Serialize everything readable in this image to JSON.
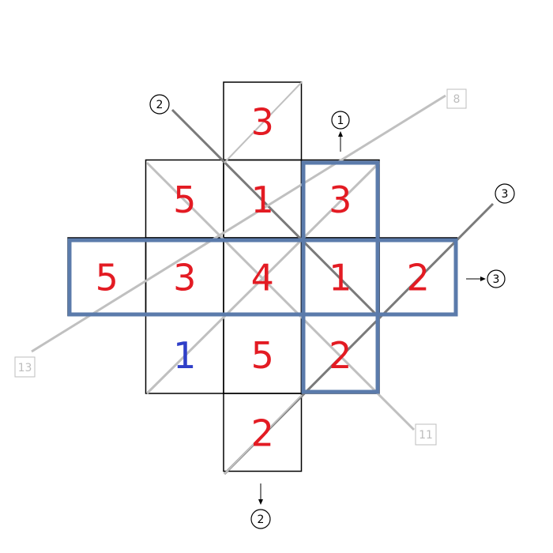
{
  "puzzle": {
    "colors": {
      "given": "#2f3fc8",
      "solved": "#e31b23",
      "region_border": "#5b7bab",
      "grid_line": "#000000",
      "diag_light": "#c0c0c0",
      "diag_dark": "#7a7a7a",
      "boxed_clue": "#bdbdbd"
    },
    "rows": [
      [
        null,
        null,
        {
          "v": "3",
          "given": false
        },
        null,
        null
      ],
      [
        null,
        {
          "v": "5",
          "given": false
        },
        {
          "v": "1",
          "given": false
        },
        {
          "v": "3",
          "given": false
        },
        null
      ],
      [
        {
          "v": "5",
          "given": false
        },
        {
          "v": "3",
          "given": false
        },
        {
          "v": "4",
          "given": false
        },
        {
          "v": "1",
          "given": false
        },
        {
          "v": "2",
          "given": false
        }
      ],
      [
        null,
        {
          "v": "1",
          "given": true
        },
        {
          "v": "5",
          "given": false
        },
        {
          "v": "2",
          "given": false
        },
        null
      ],
      [
        null,
        null,
        {
          "v": "2",
          "given": false
        },
        null,
        null
      ]
    ],
    "clues": {
      "circle_diag_top_left": "2",
      "circle_col3_top": "1",
      "circle_diag_top_right": "3",
      "circle_row2_right": "3",
      "circle_col2_bottom": "2",
      "boxed_top_right": "8",
      "boxed_bottom_left": "13",
      "boxed_bottom_right": "11"
    }
  }
}
